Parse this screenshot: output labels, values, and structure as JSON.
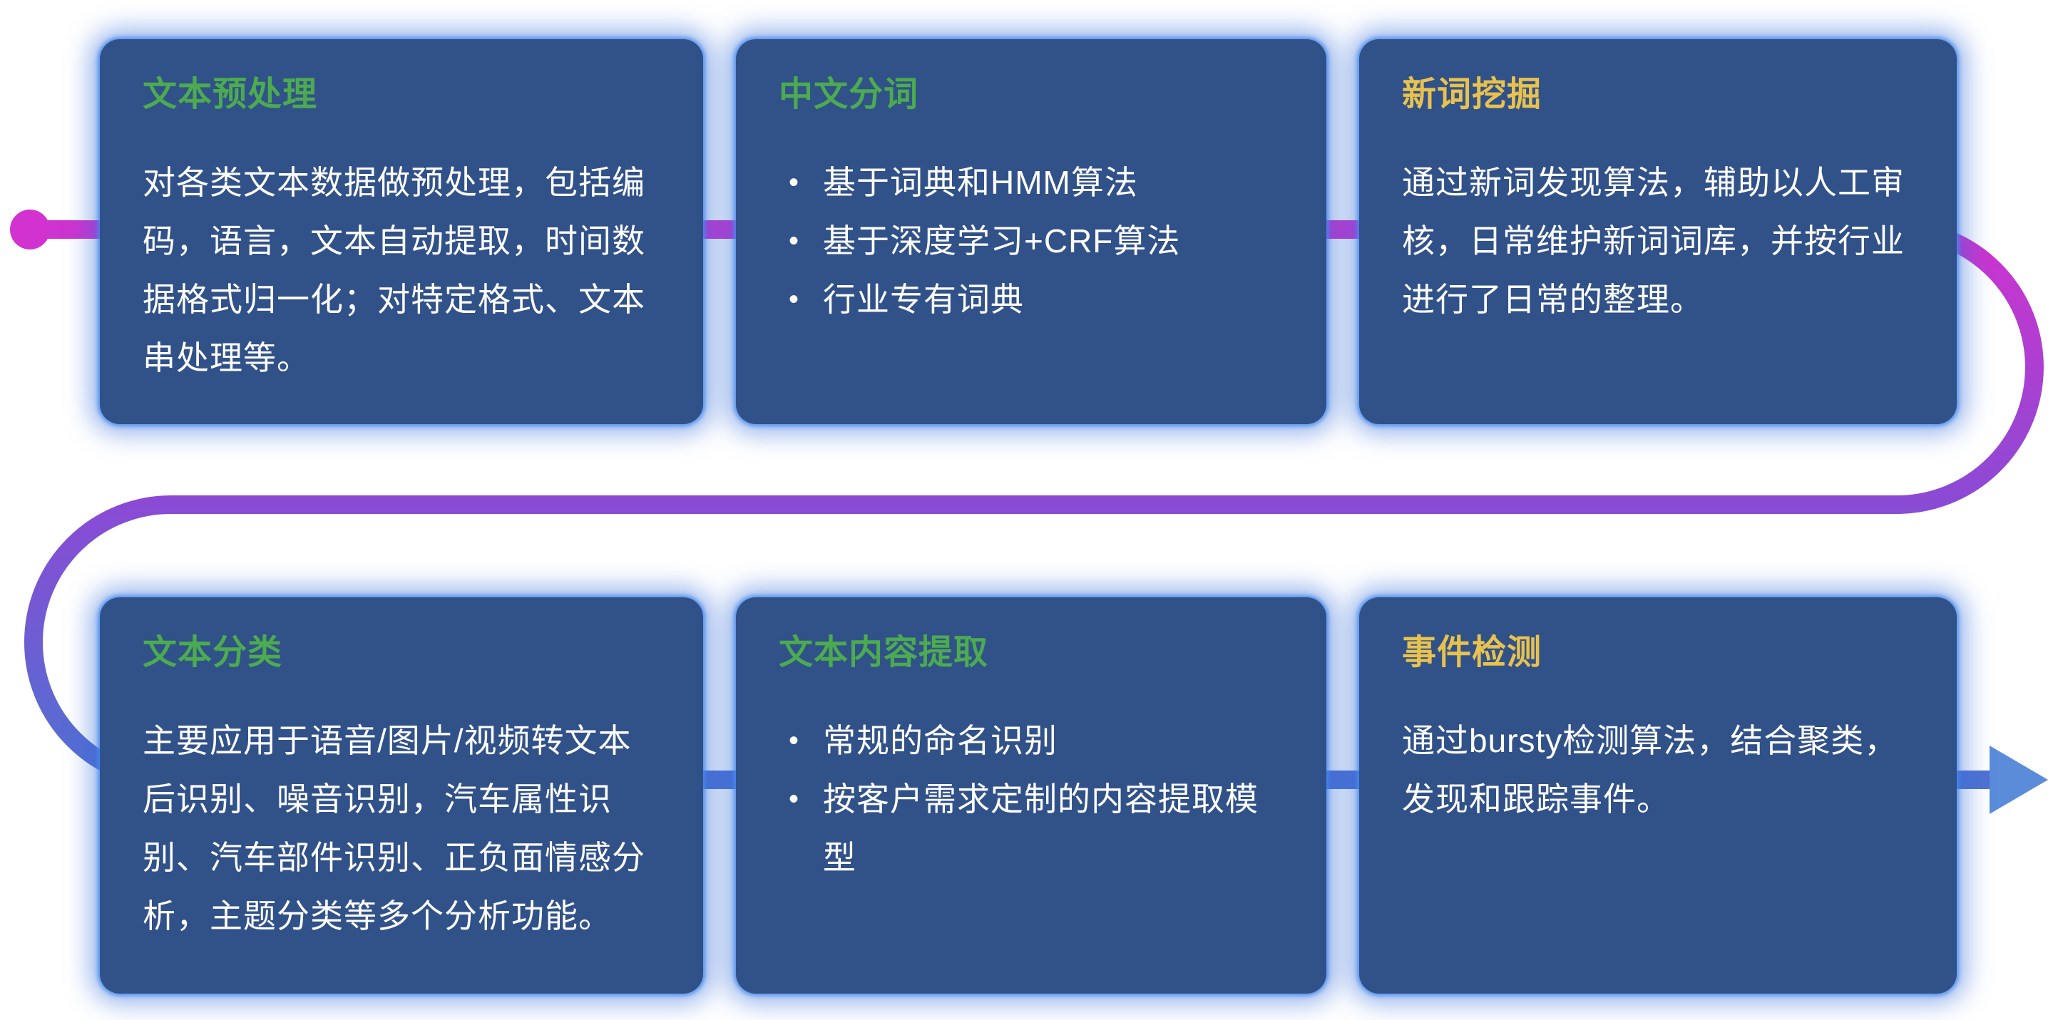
{
  "glyphs": {
    "bullet": "•"
  },
  "colors": {
    "title_green": "#4cab50",
    "title_yellow": "#e8c24e",
    "card_bg": "#315189",
    "card_glow": "#3f86f0",
    "body_text": "#ffffff",
    "line_start_magenta": "#d232cf",
    "line_mid_purple": "#8a4bd4",
    "line_end_blue": "#4b74d2",
    "arrow_blue": "#5b8cda"
  },
  "cards": [
    {
      "title": "文本预处理",
      "title_color": "green",
      "body": "对各类文本数据做预处理，包括编码，语言，文本自动提取，时间数据格式归一化；对特定格式、文本串处理等。"
    },
    {
      "title": "中文分词",
      "title_color": "green",
      "bullets": [
        "基于词典和HMM算法",
        "基于深度学习+CRF算法",
        "行业专有词典"
      ]
    },
    {
      "title": "新词挖掘",
      "title_color": "yellow",
      "body": "通过新词发现算法，辅助以人工审核，日常维护新词词库，并按行业进行了日常的整理。"
    },
    {
      "title": "文本分类",
      "title_color": "green",
      "body": "主要应用于语音/图片/视频转文本后识别、噪音识别，汽车属性识别、汽车部件识别、正负面情感分析，主题分类等多个分析功能。"
    },
    {
      "title": "文本内容提取",
      "title_color": "green",
      "bullets": [
        "常规的命名识别",
        "按客户需求定制的内容提取模型"
      ]
    },
    {
      "title": "事件检测",
      "title_color": "yellow",
      "body": "通过bursty检测算法，结合聚类，发现和跟踪事件。"
    }
  ]
}
